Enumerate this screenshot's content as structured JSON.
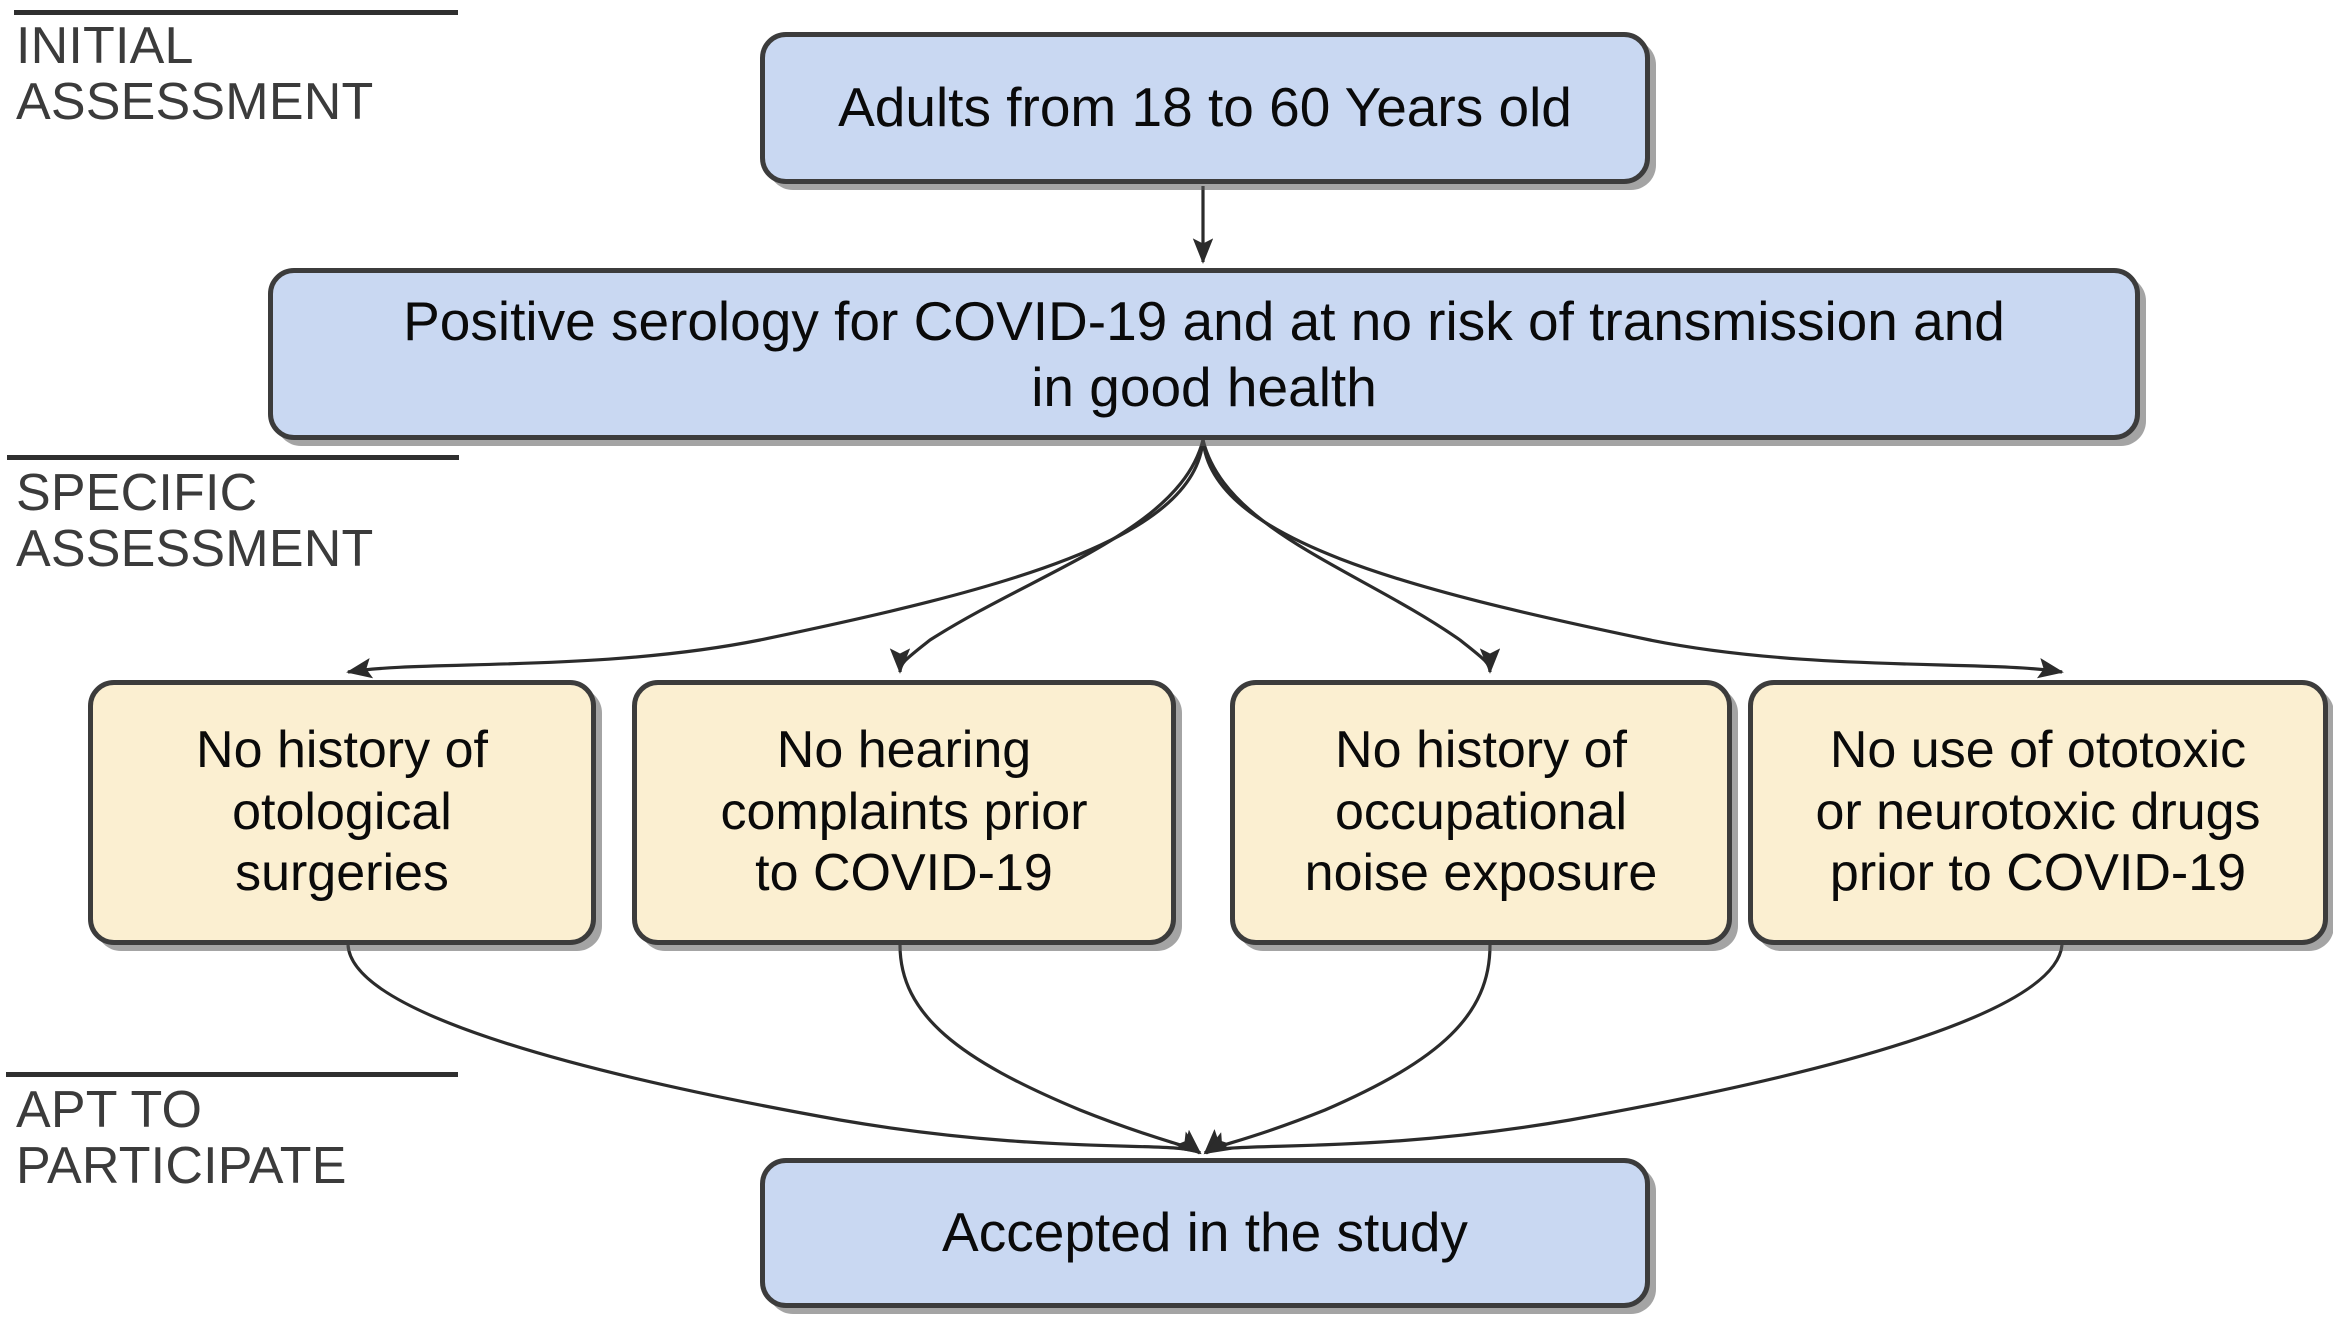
{
  "diagram": {
    "title": "Participant eligibility flowchart",
    "background": "#ffffff",
    "colors": {
      "box_blue_fill": "#c9d8f2",
      "box_yellow_fill": "#fbefd1",
      "box_border": "#3c3c3c",
      "connector": "#2b2b2b",
      "phase_label_text": "#3b3b3b"
    },
    "phases": [
      {
        "id": "initial",
        "label": "INITIAL\nASSESSMENT"
      },
      {
        "id": "specific",
        "label": "SPECIFIC\nASSESSMENT"
      },
      {
        "id": "participate",
        "label": "APT TO\nPARTICIPATE"
      }
    ],
    "nodes": {
      "adults": {
        "text": "Adults from 18 to 60 Years old",
        "fill": "blue"
      },
      "serology": {
        "text": "Positive serology for COVID-19 and at no risk of transmission and\nin good health",
        "fill": "blue"
      },
      "accepted": {
        "text": "Accepted in the study",
        "fill": "blue"
      }
    },
    "criteria": [
      {
        "id": "c1",
        "text": "No history of\notological\nsurgeries",
        "fill": "yellow"
      },
      {
        "id": "c2",
        "text": "No hearing\ncomplaints prior\nto COVID-19",
        "fill": "yellow"
      },
      {
        "id": "c3",
        "text": "No history of\noccupational\nnoise exposure",
        "fill": "yellow"
      },
      {
        "id": "c4",
        "text": "No use of ototoxic\nor neurotoxic drugs\nprior to COVID-19",
        "fill": "yellow"
      }
    ],
    "edges": [
      {
        "from": "adults",
        "to": "serology",
        "style": "straight-arrow"
      },
      {
        "from": "serology",
        "to": "c1",
        "style": "curved-arrow"
      },
      {
        "from": "serology",
        "to": "c2",
        "style": "curved-arrow"
      },
      {
        "from": "serology",
        "to": "c3",
        "style": "curved-arrow"
      },
      {
        "from": "serology",
        "to": "c4",
        "style": "curved-arrow"
      },
      {
        "from": "c1",
        "to": "accepted",
        "style": "curved-arrow"
      },
      {
        "from": "c2",
        "to": "accepted",
        "style": "curved-arrow"
      },
      {
        "from": "c3",
        "to": "accepted",
        "style": "curved-arrow"
      },
      {
        "from": "c4",
        "to": "accepted",
        "style": "curved-arrow"
      }
    ]
  }
}
